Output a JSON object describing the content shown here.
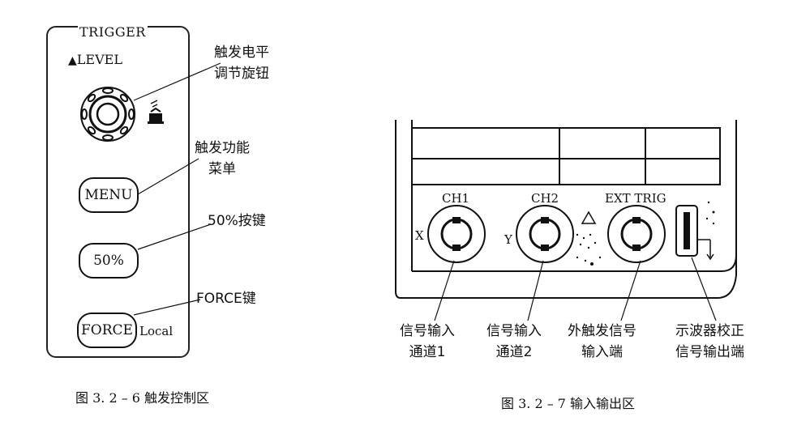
{
  "left_panel": {
    "title": "TRIGGER",
    "level_label": "LEVEL",
    "buttons": {
      "menu": "MENU",
      "fifty": "50%",
      "force": "FORCE",
      "local": "Local"
    },
    "callouts": {
      "level_knob": [
        "触发电平",
        "调节旋钮"
      ],
      "menu": [
        "触发功能",
        "菜单"
      ],
      "fifty": "50%按键",
      "force": "FORCE键"
    },
    "caption": "图 3. 2 – 6    触发控制区"
  },
  "right_panel": {
    "ports": {
      "ch1": "CH1",
      "ch2": "CH2",
      "ext_trig": "EXT TRIG",
      "x": "X",
      "y": "Y"
    },
    "callouts": {
      "ch1": [
        "信号输入",
        "通道1"
      ],
      "ch2": [
        "信号输入",
        "通道2"
      ],
      "ext": [
        "外触发信号",
        "输入端"
      ],
      "calib": [
        "示波器校正",
        "信号输出端"
      ]
    },
    "caption": "图 3. 2 – 7    输入输出区"
  },
  "icons": [
    "up-down-triangle-icon",
    "trigger-level-symbol-icon",
    "bnc-connector-icon",
    "warning-triangle-icon",
    "calibration-terminal-icon"
  ]
}
